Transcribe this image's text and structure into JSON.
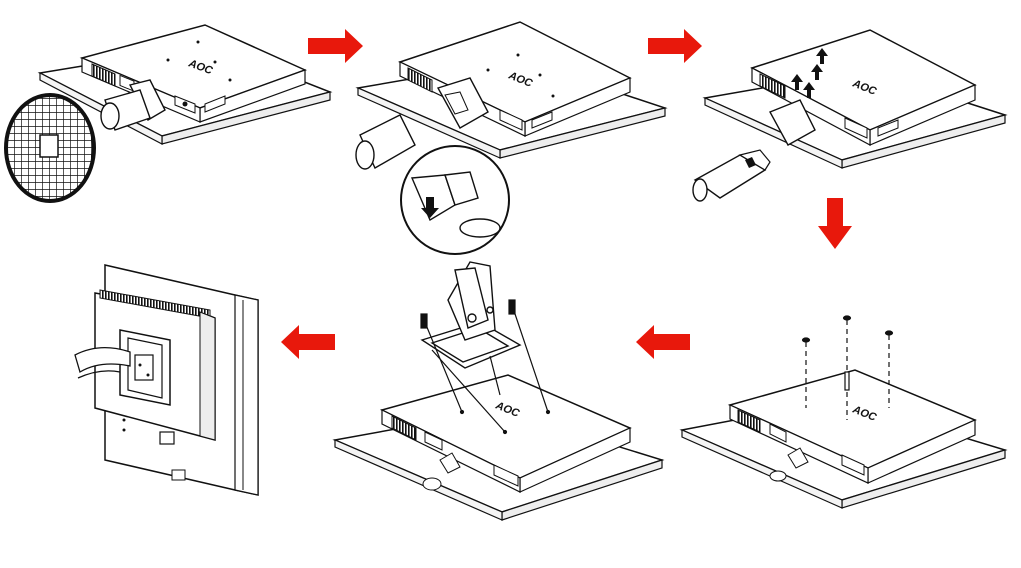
{
  "diagram": {
    "steps": [
      {
        "id": "step-1",
        "description": "monitor face down with base and neck attached"
      },
      {
        "id": "step-2",
        "description": "press release latch to detach base"
      },
      {
        "id": "step-3",
        "description": "remove neck from monitor"
      },
      {
        "id": "step-4",
        "description": "screw holes on rear panel"
      },
      {
        "id": "step-5",
        "description": "attach wall mount bracket with screws"
      },
      {
        "id": "step-6",
        "description": "monitor mounted on wall with power cable"
      }
    ],
    "brand_logo": "AOC",
    "colors": {
      "arrow": "#e8180c",
      "line": "#111111",
      "fill": "#ffffff",
      "shade": "#dddddd"
    }
  }
}
